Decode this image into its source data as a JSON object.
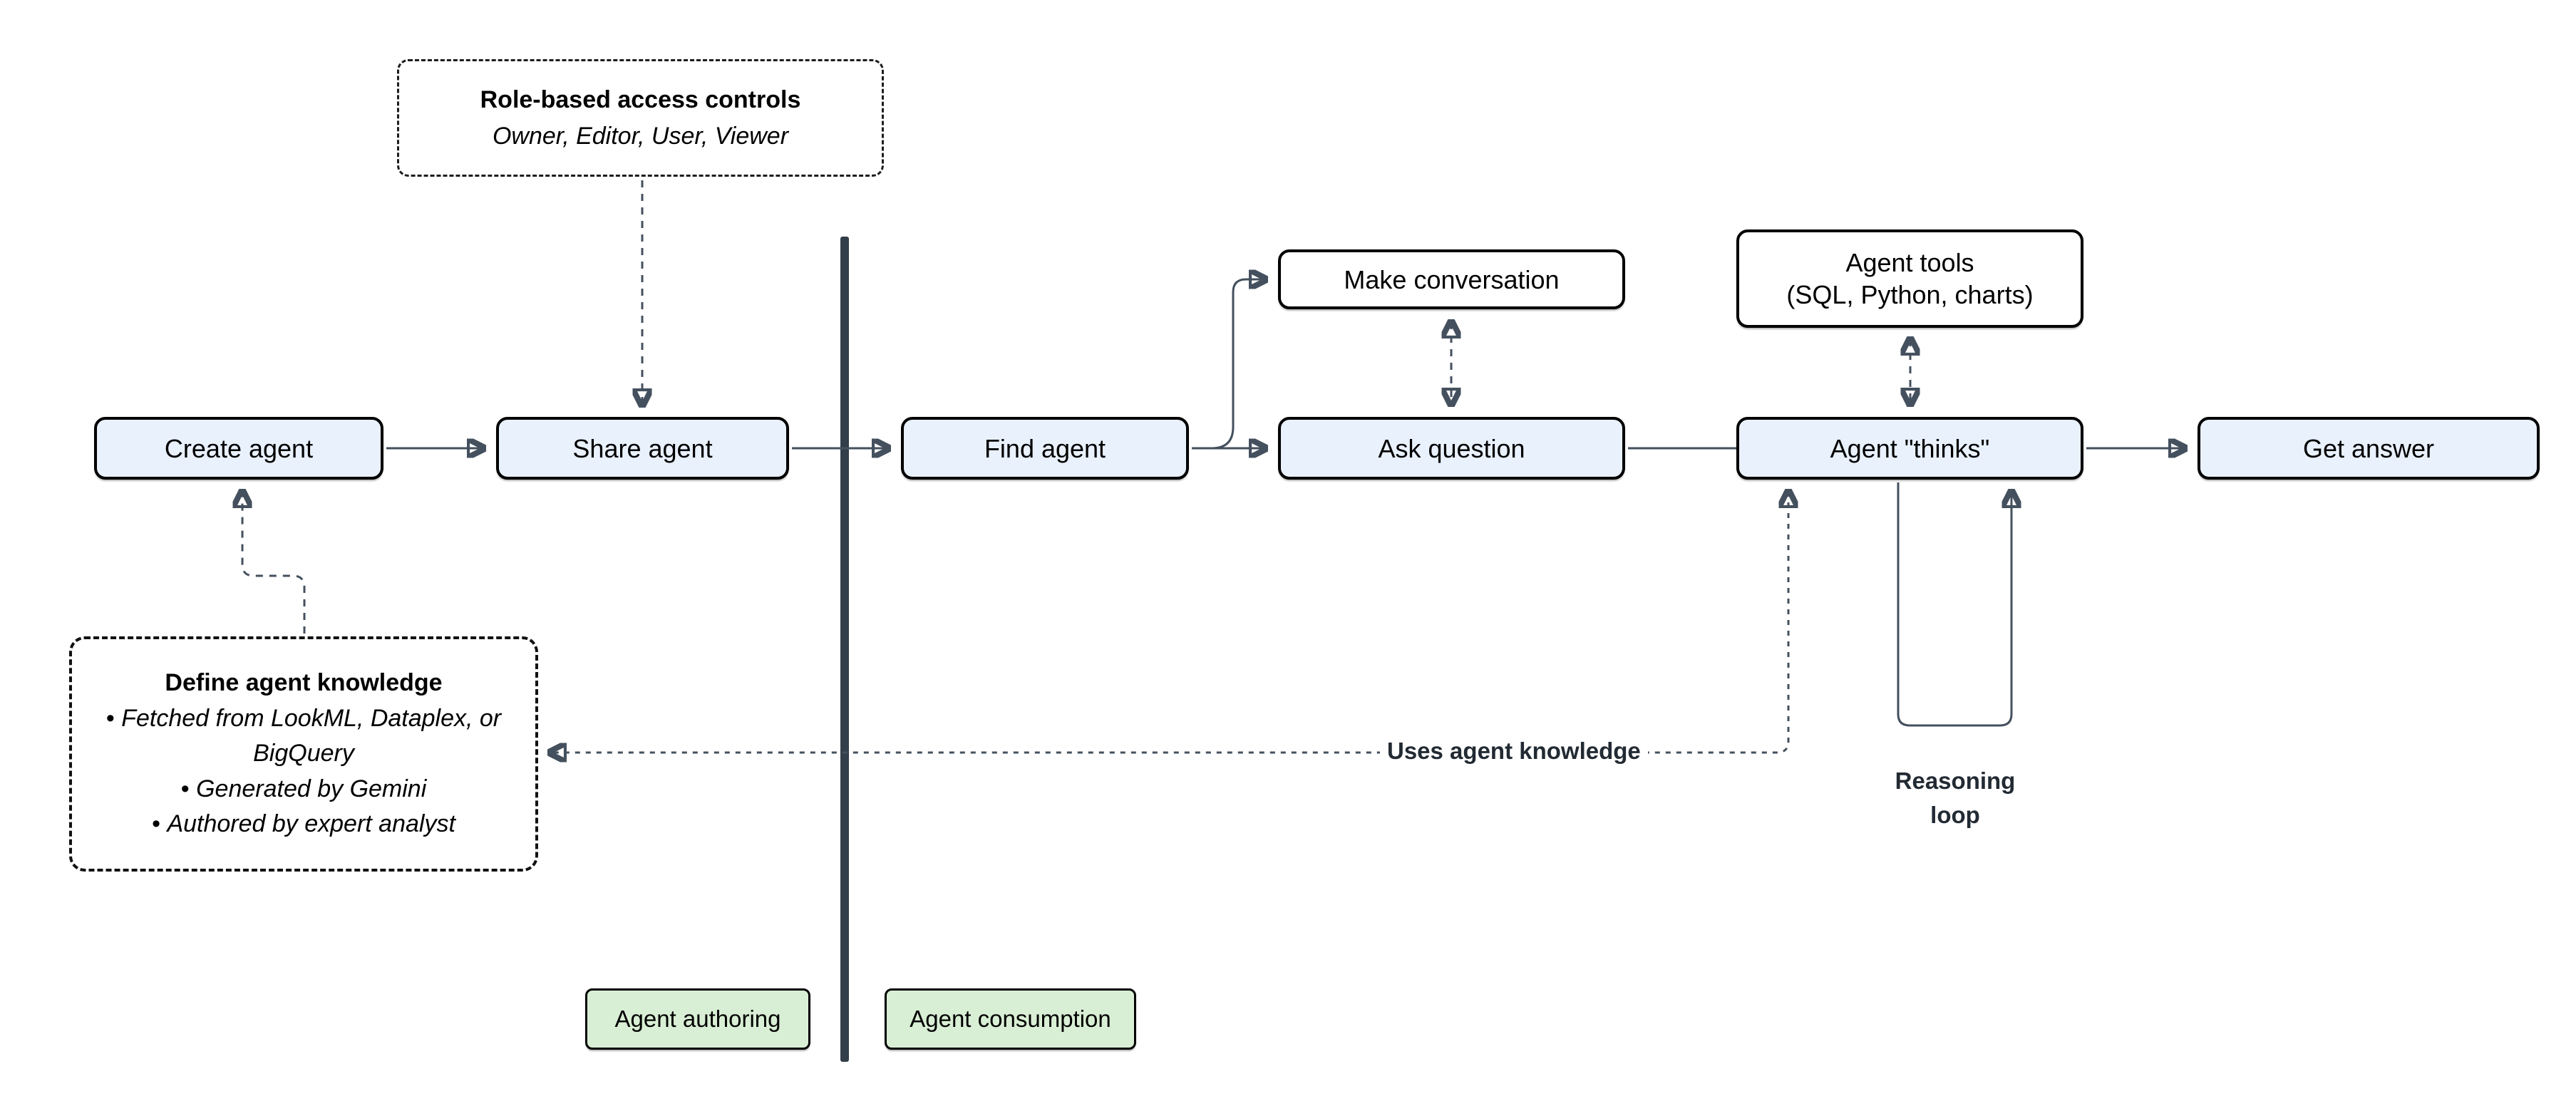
{
  "diagram": {
    "nodes": {
      "create_agent": {
        "label": "Create agent"
      },
      "share_agent": {
        "label": "Share agent"
      },
      "find_agent": {
        "label": "Find agent"
      },
      "make_conversation": {
        "label": "Make conversation"
      },
      "ask_question": {
        "label": "Ask question"
      },
      "agent_tools": {
        "line1": "Agent tools",
        "line2": "(SQL, Python, charts)"
      },
      "agent_thinks": {
        "label": "Agent \"thinks\""
      },
      "get_answer": {
        "label": "Get answer"
      }
    },
    "callouts": {
      "rbac": {
        "title": "Role-based access controls",
        "subtitle": "Owner, Editor, User, Viewer"
      },
      "knowledge": {
        "title": "Define agent knowledge",
        "bullets": [
          "Fetched from LookML, Dataplex, or BigQuery",
          "Generated by Gemini",
          "Authored by expert analyst"
        ]
      }
    },
    "edge_labels": {
      "uses_knowledge": "Uses agent knowledge",
      "reasoning_loop": "Reasoning loop"
    },
    "zones": {
      "authoring": "Agent authoring",
      "consumption": "Agent consumption"
    },
    "colors": {
      "node_fill": "#e9f1fd",
      "tool_node_fill": "#ffffff",
      "zone_fill": "#d9efd5",
      "node_border": "#000000",
      "connector": "#44505e",
      "divider": "#333e4b"
    }
  }
}
